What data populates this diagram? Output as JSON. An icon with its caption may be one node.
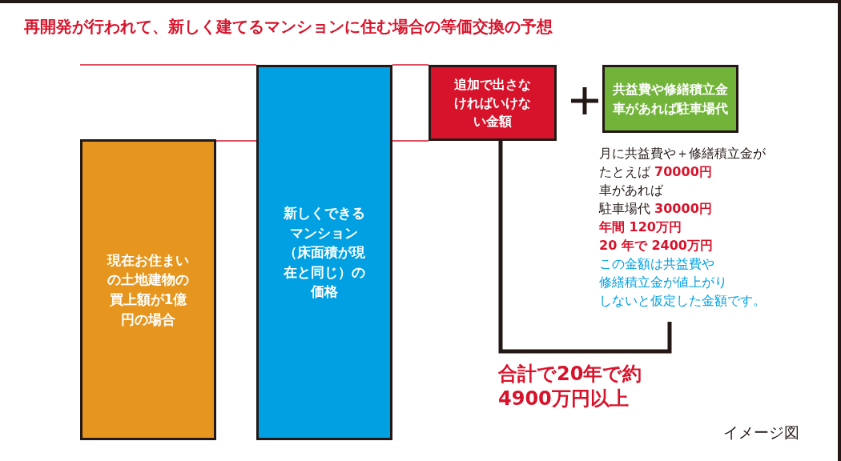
{
  "diagram": {
    "title": "再開発が行われて、新しく建てるマンションに住む場合の等価交換の予想",
    "nodes": [
      {
        "text": [
          "現在お住まいの土地建物の買上額が1億円の場合"
        ]
      },
      {
        "text": [
          "新しくできるマンション（床面積が現在と同じ）の価格"
        ]
      },
      {
        "text": [
          "追加で出さなければいけない金額"
        ]
      },
      {
        "text": [
          "共益費や修繕積立金車があれば駐車場代"
        ]
      },
      {
        "text": [
          "月に共益費や＋修繕積立金が",
          "たとえば **70000円**",
          "車があれば",
          "駐車場代 **30000円**",
          "年間 120万円",
          "20 年で 2400万円",
          "この金額は共益費や",
          "修繕積立金が値上がり",
          "しないと仮定した金額です。"
        ]
      }
    ],
    "edges": [
      {
        "from": null,
        "to": 1,
        "arrow": "none"
      },
      {
        "from": 1,
        "to": 2,
        "arrow": "none"
      },
      {
        "from": 0,
        "to": 1,
        "arrow": "none"
      },
      {
        "from": 1,
        "to": 2,
        "arrow": "none"
      },
      {
        "from": 2,
        "to": 4,
        "arrow": "none",
        "style": "thick",
        "color": "#231815"
      }
    ],
    "labels": [
      "合計で20年で約4900万円以上",
      "イメージ図"
    ]
  }
}
